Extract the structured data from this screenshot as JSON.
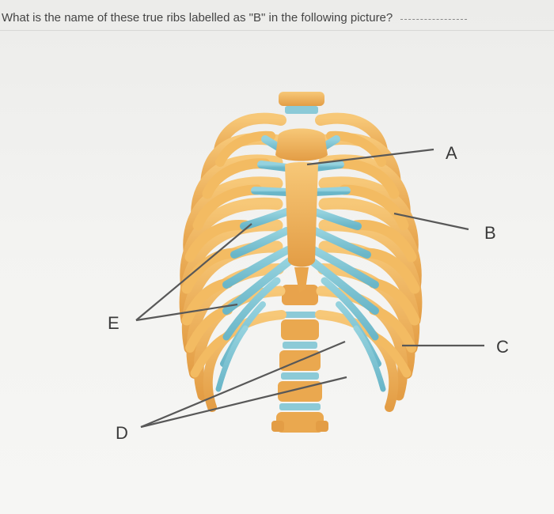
{
  "question": {
    "text": "What is the name of these true ribs labelled as \"B\" in the following picture?"
  },
  "diagram": {
    "labels": {
      "A": "A",
      "B": "B",
      "C": "C",
      "D": "D",
      "E": "E"
    },
    "colors": {
      "bone": "#f1b35a",
      "bone_dark": "#d48f37",
      "cartilage": "#7fc4d3",
      "cartilage_dark": "#5aa8bb",
      "line": "#585858"
    }
  }
}
